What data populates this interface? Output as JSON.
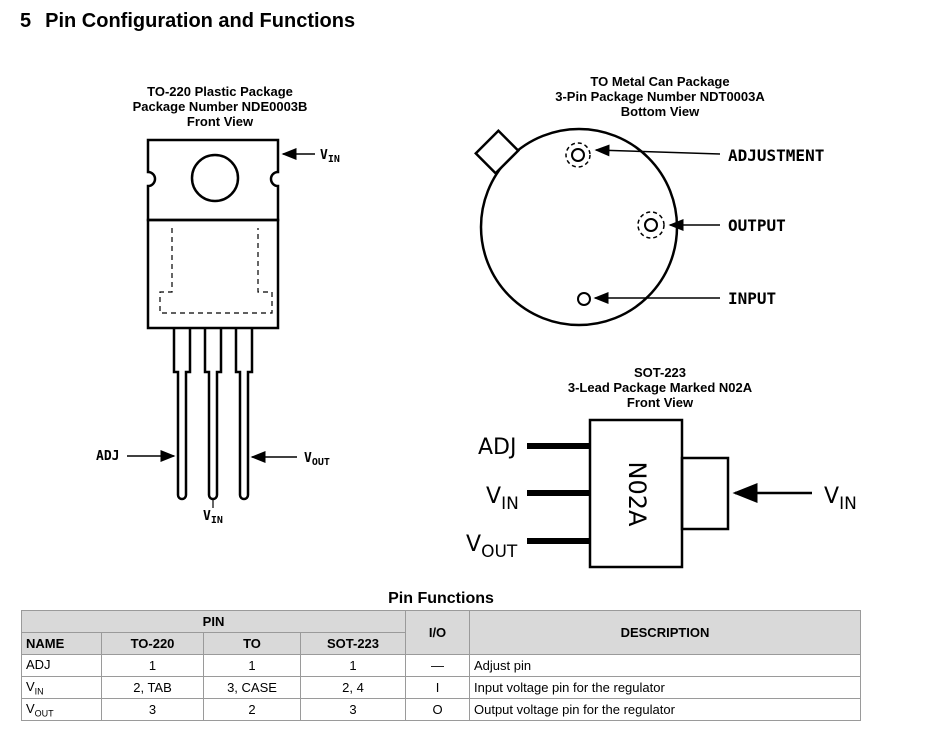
{
  "section": {
    "number": "5",
    "title": "Pin Configuration and Functions"
  },
  "to220": {
    "caption": [
      "TO-220 Plastic Package",
      "Package Number NDE0003B",
      "Front View"
    ],
    "labels": {
      "vin": "V",
      "vin_sub": "IN",
      "adj": "ADJ",
      "vout": "V",
      "vout_sub": "OUT",
      "vin_bottom": "V",
      "vin_bottom_sub": "IN"
    }
  },
  "tocan": {
    "caption": [
      "TO Metal Can Package",
      "3-Pin Package Number NDT0003A",
      "Bottom View"
    ],
    "labels": {
      "adjustment": "ADJUSTMENT",
      "output": "OUTPUT",
      "input": "INPUT"
    }
  },
  "sot223": {
    "caption": [
      "SOT-223",
      "3-Lead Package Marked N02A",
      "Front View"
    ],
    "marking": "N02A",
    "labels": {
      "adj": "ADJ",
      "vin": "V",
      "vin_sub": "IN",
      "vout": "V",
      "vout_sub": "OUT",
      "vin_tab": "V",
      "vin_tab_sub": "IN"
    }
  },
  "pin_functions": {
    "title": "Pin Functions",
    "headers": {
      "pin": "PIN",
      "io": "I/O",
      "description": "DESCRIPTION",
      "name": "NAME",
      "to220": "TO-220",
      "to": "TO",
      "sot223": "SOT-223"
    },
    "rows": [
      {
        "name": "ADJ",
        "name_sub": "",
        "to220": "1",
        "to": "1",
        "sot223": "1",
        "io": "—",
        "description": "Adjust pin"
      },
      {
        "name": "V",
        "name_sub": "IN",
        "to220": "2, TAB",
        "to": "3, CASE",
        "sot223": "2, 4",
        "io": "I",
        "description": "Input voltage pin for the regulator"
      },
      {
        "name": "V",
        "name_sub": "OUT",
        "to220": "3",
        "to": "2",
        "sot223": "3",
        "io": "O",
        "description": "Output voltage pin for the regulator"
      }
    ]
  }
}
